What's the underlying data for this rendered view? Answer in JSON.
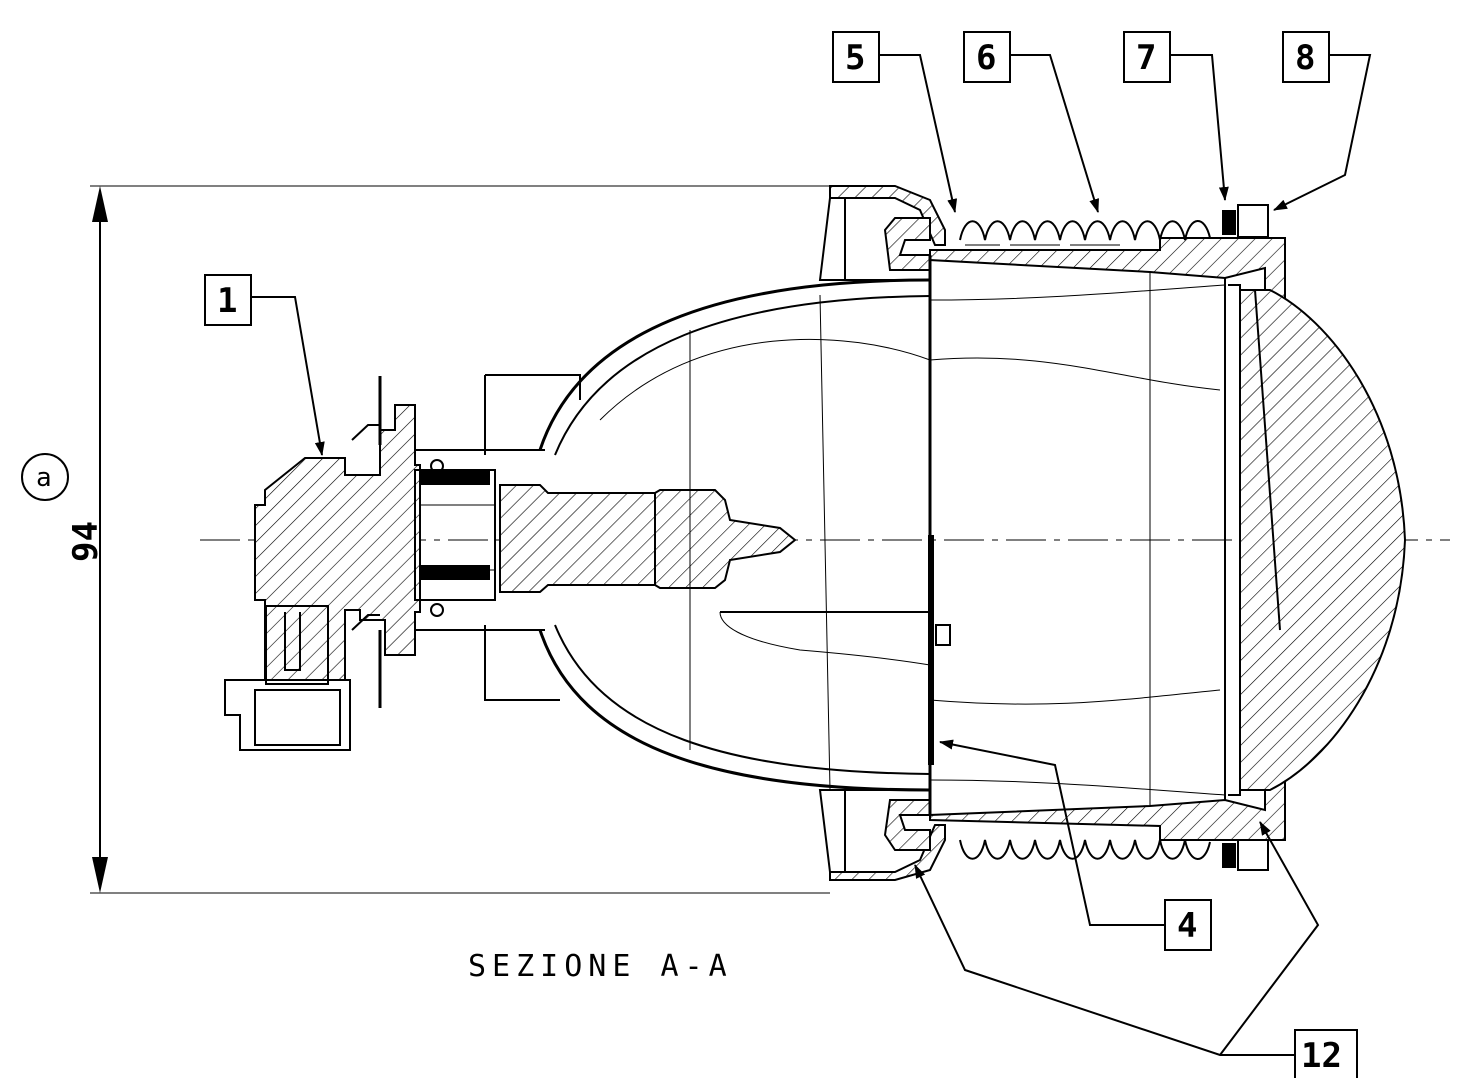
{
  "drawing": {
    "section_title": "SEZIONE A-A",
    "dimension_value": "94",
    "circle_marker": "a",
    "callouts": [
      {
        "id": "callout-1",
        "label": "1"
      },
      {
        "id": "callout-4",
        "label": "4"
      },
      {
        "id": "callout-5",
        "label": "5"
      },
      {
        "id": "callout-6",
        "label": "6"
      },
      {
        "id": "callout-7",
        "label": "7"
      },
      {
        "id": "callout-8",
        "label": "8"
      },
      {
        "id": "callout-12",
        "label": "12"
      }
    ]
  }
}
